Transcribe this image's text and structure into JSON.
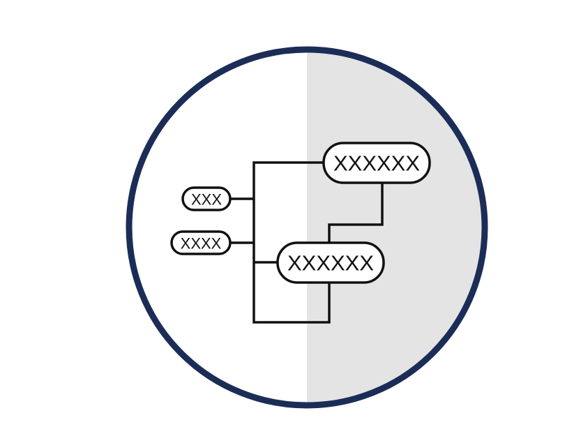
{
  "colors": {
    "ring": "#1b2d57",
    "right_half_fill": "#e4e4e4",
    "left_half_fill": "#ffffff",
    "line": "#111111"
  },
  "nodes": {
    "top_right": {
      "label": "XXXXXX"
    },
    "middle": {
      "label": "XXXXXX"
    },
    "left_upper": {
      "label": "XXX"
    },
    "left_lower": {
      "label": "XXXX"
    }
  }
}
